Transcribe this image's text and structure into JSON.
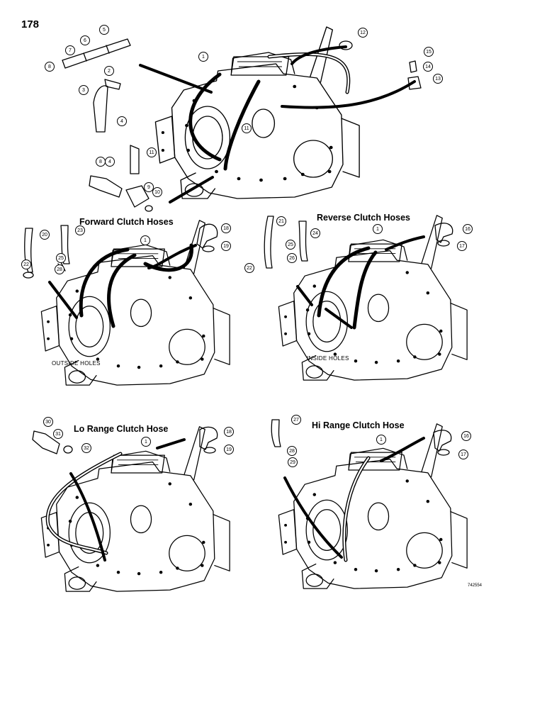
{
  "page_number": "178",
  "panels": {
    "top": {},
    "forward": {
      "title": "Forward Clutch Hoses",
      "note": "OUTSIDE HOLES"
    },
    "reverse": {
      "title": "Reverse Clutch Hoses",
      "note": "INSIDE HOLES"
    },
    "lo": {
      "title": "Lo Range Clutch Hose"
    },
    "hi": {
      "title": "Hi Range Clutch Hose"
    }
  },
  "figure_id": "742554",
  "callouts": {
    "top": [
      "1",
      "2",
      "3",
      "4",
      "5",
      "6",
      "7",
      "8",
      "8",
      "4",
      "9",
      "10",
      "11",
      "11",
      "12",
      "13",
      "14",
      "15"
    ],
    "forward": [
      "20",
      "23",
      "25",
      "28",
      "22",
      "1",
      "18",
      "19"
    ],
    "reverse": [
      "21",
      "24",
      "25",
      "26",
      "22",
      "1",
      "16",
      "17"
    ],
    "lo": [
      "30",
      "31",
      "32",
      "1",
      "18",
      "19"
    ],
    "hi": [
      "27",
      "28",
      "29",
      "1",
      "16",
      "17"
    ]
  }
}
